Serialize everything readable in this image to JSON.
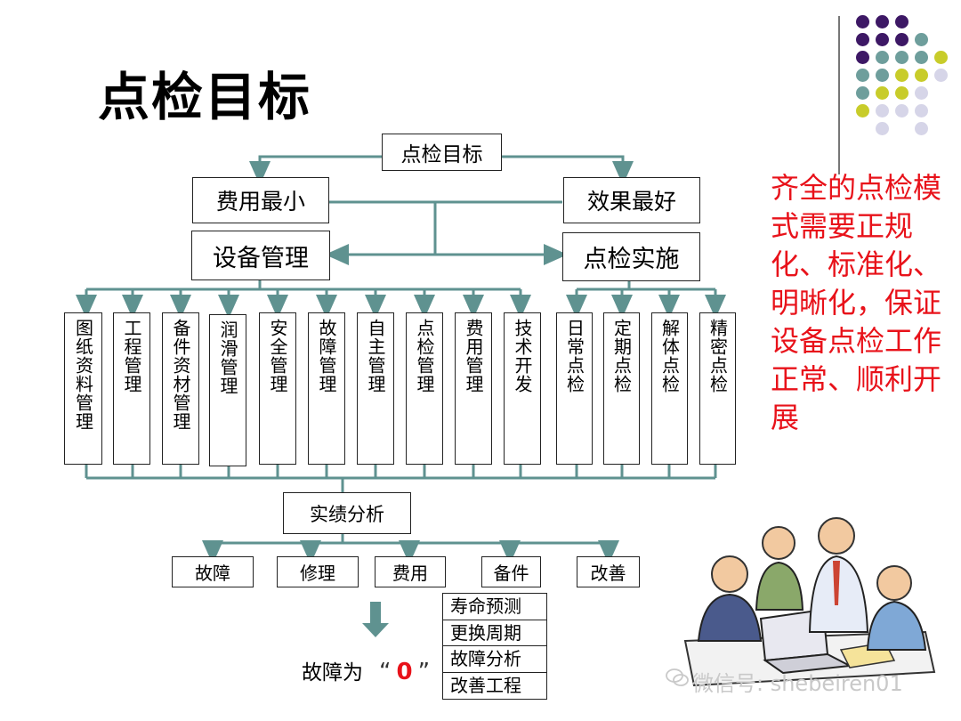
{
  "title": "点检目标",
  "root": "点检目标",
  "goals": {
    "left": "费用最小",
    "right": "效果最好"
  },
  "mid": {
    "left": "设备管理",
    "right": "点检实施"
  },
  "mgmt_items": [
    "图纸资料管理",
    "工程管理",
    "备件资材管理",
    "润滑管理",
    "安全管理",
    "故障管理",
    "自主管理",
    "点检管理",
    "费用管理",
    "技术开发"
  ],
  "inspect_items": [
    "日常点检",
    "定期点检",
    "解体点检",
    "精密点检"
  ],
  "analysis": "实绩分析",
  "outcomes": [
    "故障",
    "修理",
    "费用",
    "备件",
    "改善"
  ],
  "sub_list": [
    "寿命预测",
    "更换周期",
    "故障分析",
    "改善工程"
  ],
  "result": {
    "prefix": "故障为",
    "open_quote": "“",
    "value": "0",
    "close_quote": "”"
  },
  "note": "齐全的点检模式需要正规化、标准化、明晰化，保证设备点检工作正常、顺利开展",
  "watermark": "微信号: shebeiren01",
  "colors": {
    "connector": "#5f9290",
    "purple": "#3d1865",
    "teal": "#6e9e9c",
    "lime": "#c8cc2a",
    "lavender": "#d6d5e8",
    "red": "#e8121a"
  }
}
